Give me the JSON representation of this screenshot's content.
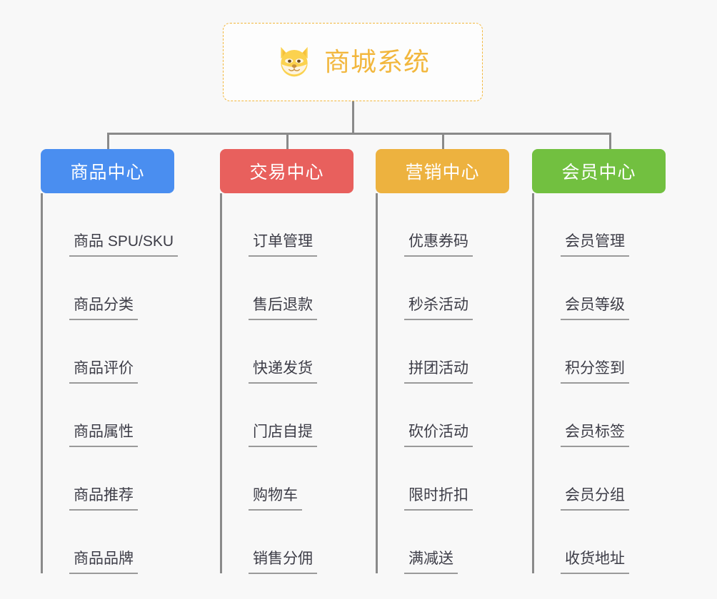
{
  "page": {
    "background": "#f8f8f8",
    "line_color": "#8a8a8a",
    "leaf_text_color": "#3d3d47"
  },
  "root": {
    "title": "商城系统",
    "icon": "shiba-dog-icon",
    "accent": "#f2b73d",
    "border_style": "dashed"
  },
  "categories": [
    {
      "label": "商品中心",
      "color": "#4a8ef0",
      "items": [
        "商品 SPU/SKU",
        "商品分类",
        "商品评价",
        "商品属性",
        "商品推荐",
        "商品品牌"
      ]
    },
    {
      "label": "交易中心",
      "color": "#e8605d",
      "items": [
        "订单管理",
        "售后退款",
        "快递发货",
        "门店自提",
        "购物车",
        "销售分佣"
      ]
    },
    {
      "label": "营销中心",
      "color": "#edb23f",
      "items": [
        "优惠券码",
        "秒杀活动",
        "拼团活动",
        "砍价活动",
        "限时折扣",
        "满减送"
      ]
    },
    {
      "label": "会员中心",
      "color": "#72c040",
      "items": [
        "会员管理",
        "会员等级",
        "积分签到",
        "会员标签",
        "会员分组",
        "收货地址"
      ]
    }
  ]
}
